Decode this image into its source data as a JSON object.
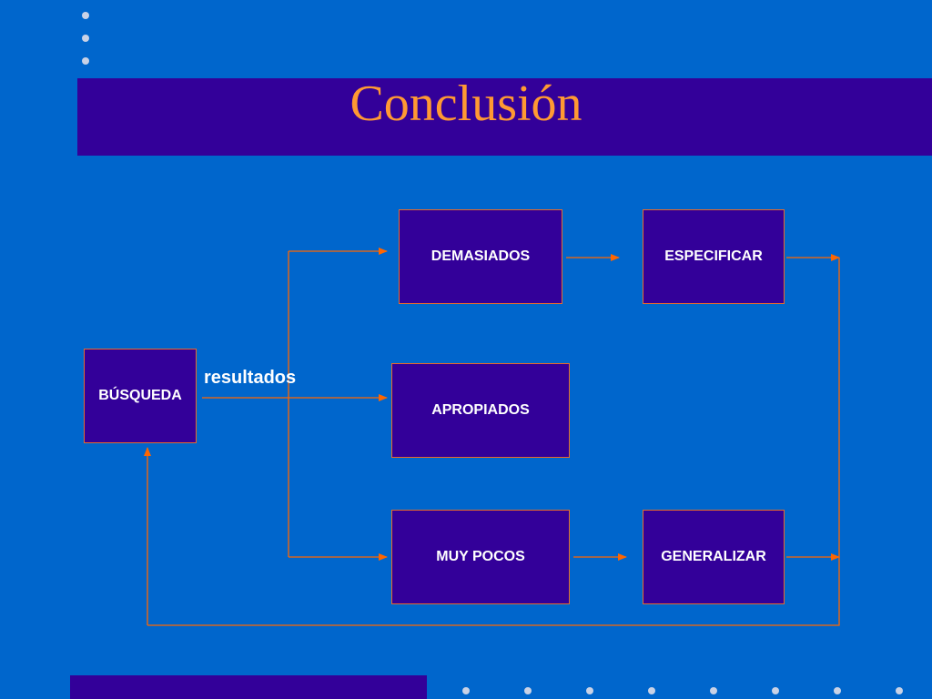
{
  "slide": {
    "title": "Conclusión",
    "colors": {
      "background": "#0066cc",
      "band": "#330099",
      "title_text": "#ff9933",
      "box_fill": "#330099",
      "box_border": "#e86a2a",
      "connector": "#ff6600",
      "box_text": "#ffffff",
      "dots": "#c9d2e6"
    }
  },
  "diagram": {
    "nodes": {
      "busqueda": "BÚSQUEDA",
      "demasiados": "DEMASIADOS",
      "apropiados": "APROPIADOS",
      "muy_pocos": "MUY POCOS",
      "especificar": "ESPECIFICAR",
      "generalizar": "GENERALIZAR"
    },
    "edge_label": "resultados",
    "edges": [
      {
        "from": "busqueda",
        "to": "demasiados",
        "label": "resultados"
      },
      {
        "from": "busqueda",
        "to": "apropiados",
        "label": "resultados"
      },
      {
        "from": "busqueda",
        "to": "muy_pocos",
        "label": "resultados"
      },
      {
        "from": "demasiados",
        "to": "especificar"
      },
      {
        "from": "muy_pocos",
        "to": "generalizar"
      },
      {
        "from": "especificar",
        "to": "busqueda"
      },
      {
        "from": "generalizar",
        "to": "busqueda"
      }
    ]
  }
}
